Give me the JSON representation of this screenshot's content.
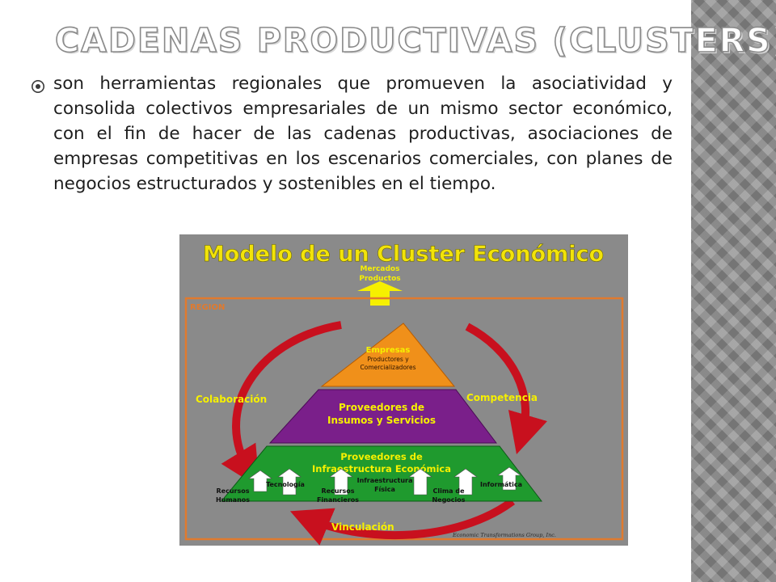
{
  "slide": {
    "title": "CADENAS PRODUCTIVAS (CLUSTERS)",
    "bullet_icon": "circled-dot-icon",
    "body": "son herramientas regionales que promueven la asociatividad y consolida colectivos empresariales de un mismo sector económico, con el fin de hacer de las cadenas productivas, asociaciones de empresas competitivas en los escenarios comerciales, con planes de negocios estructurados y sostenibles en el tiempo."
  },
  "diagram": {
    "title": "Modelo de un Cluster Económico",
    "market_line1": "Mercados",
    "market_line2": "Productos",
    "region": "REGION",
    "tier_top_title": "Empresas",
    "tier_top_sub1": "Productores y",
    "tier_top_sub2": "Comercializadores",
    "tier_mid_line1": "Proveedores de",
    "tier_mid_line2": "Insumos y Servicios",
    "tier_base_line1": "Proveedores de",
    "tier_base_line2": "Infraestructura Económica",
    "base_items": {
      "tecnologia": "Tecnología",
      "infra1": "Infraestructura",
      "infra2": "Física",
      "informatica": "Informática",
      "rh1": "Recursos",
      "rh2": "Humanos",
      "rf1": "Recursos",
      "rf2": "Financieros",
      "cn1": "Clima de",
      "cn2": "Negocios"
    },
    "left_label": "Colaboración",
    "right_label": "Competencia",
    "bottom_label": "Vinculación",
    "credit": "Economic Transformations Group, Inc.",
    "colors": {
      "background": "#8a8a8a",
      "title": "#f2e30a",
      "label_yellow": "#f6f000",
      "region_border": "#e07a2e",
      "ring": "#c8101e",
      "tier_top": "#f0901a",
      "tier_mid": "#7a1f8a",
      "tier_base": "#1f9a2e"
    }
  }
}
